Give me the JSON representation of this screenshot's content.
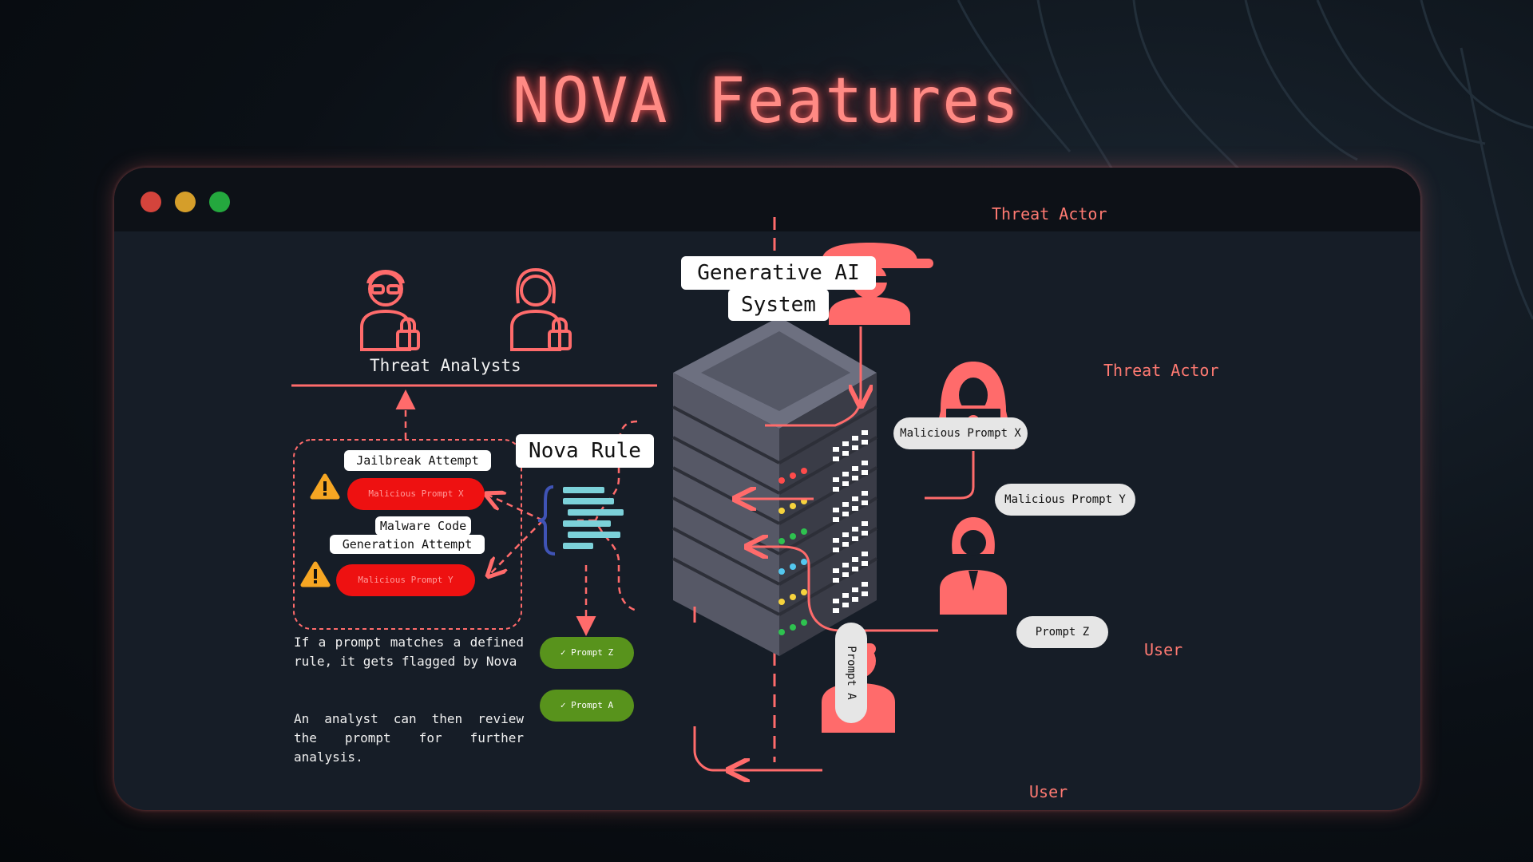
{
  "title": "NOVA Features",
  "colors": {
    "accent": "#ff6b6b",
    "title_glow": "#ff8a84",
    "panel": "#161d27",
    "flag_red": "#ee1111",
    "pass_green": "#58931c"
  },
  "window": {
    "controls": [
      "close-dot",
      "minimize-dot",
      "maximize-dot"
    ]
  },
  "analysts": {
    "label": "Threat Analysts"
  },
  "system": {
    "line1": "Generative AI",
    "line2": "System"
  },
  "rule": {
    "label": "Nova Rule"
  },
  "flags": {
    "jailbreak": "Jailbreak Attempt",
    "malware_line1": "Malware Code",
    "malware_line2": "Generation Attempt",
    "prompt_x": "Malicious Prompt X",
    "prompt_y": "Malicious Prompt Y"
  },
  "passed": {
    "prompt_z": "Prompt Z",
    "prompt_a": "Prompt A",
    "check": "✓"
  },
  "actors": {
    "threat_actor_1": "Threat Actor",
    "threat_actor_2": "Threat Actor",
    "user_1": "User",
    "user_2": "User"
  },
  "prompts": {
    "x": "Malicious Prompt X",
    "y": "Malicious Prompt Y",
    "z": "Prompt Z",
    "a": "Prompt A"
  },
  "description": {
    "p1": "If a prompt matches a defined rule, it gets flagged by Nova",
    "p2": "An analyst can then review the prompt for further analysis."
  },
  "icons": [
    "analyst-male-lock-icon",
    "analyst-female-lock-icon",
    "spy-hat-icon",
    "hooded-hacker-laptop-icon",
    "female-user-icon",
    "male-user-icon",
    "server-rack-icon",
    "rule-document-icon",
    "warning-icon"
  ]
}
